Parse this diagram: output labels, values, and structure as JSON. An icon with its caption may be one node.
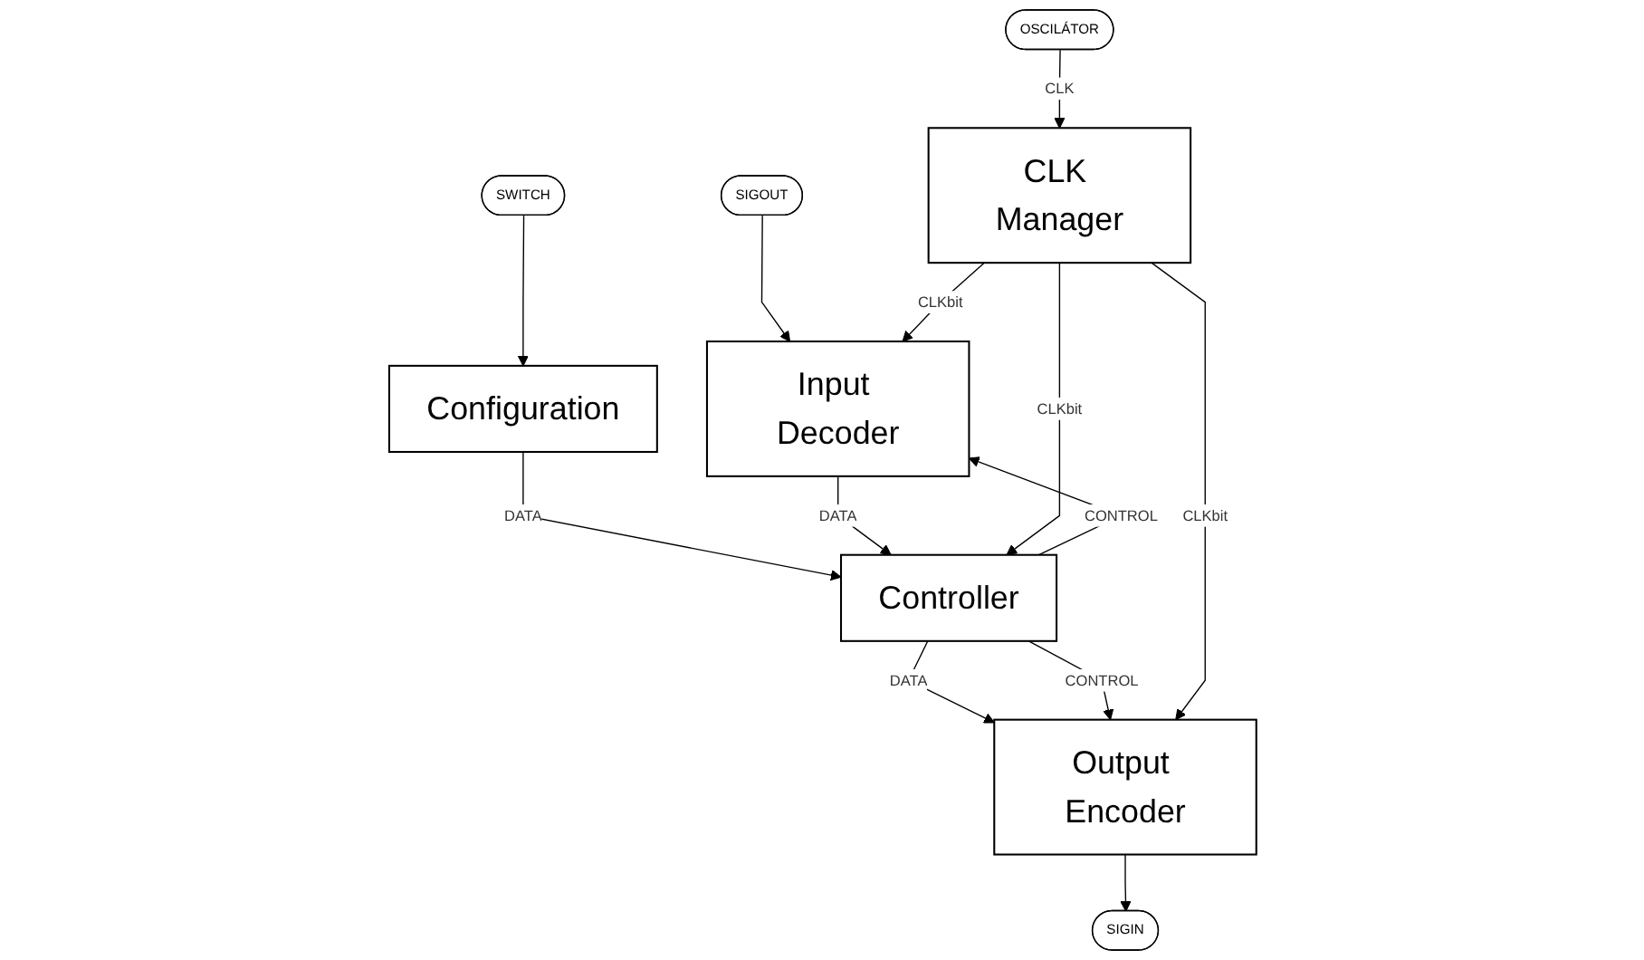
{
  "diagram": {
    "nodes": [
      {
        "text": [
          "SIGOUT"
        ]
      },
      {
        "text": [
          "SWITCH"
        ]
      },
      {
        "text": [
          "SIGIN"
        ]
      },
      {
        "text": [
          "Configuration"
        ]
      },
      {
        "text": [
          "Input Decoder"
        ]
      },
      {
        "text": [
          "Controller"
        ]
      },
      {
        "text": [
          "Output Encoder"
        ]
      },
      {
        "text": [
          "CLK Manager"
        ]
      },
      {
        "text": [
          "OSCILÁTOR"
        ]
      }
    ],
    "edges": [
      {
        "from": 0,
        "to": 4,
        "arrow": "to"
      },
      {
        "from": 1,
        "to": 3,
        "arrow": "to"
      },
      {
        "from": 6,
        "to": 2,
        "arrow": "to"
      },
      {
        "from": 3,
        "to": 5,
        "arrow": "to",
        "label": "DATA"
      },
      {
        "from": 4,
        "to": 5,
        "arrow": "to",
        "label": "DATA"
      },
      {
        "from": 5,
        "to": 4,
        "arrow": "to",
        "label": "CONTROL"
      },
      {
        "from": 5,
        "to": 6,
        "arrow": "to",
        "label": "DATA"
      },
      {
        "from": 5,
        "to": 6,
        "arrow": "to",
        "label": "CONTROL"
      },
      {
        "from": 7,
        "to": 5,
        "arrow": "to",
        "label": "CLKbit"
      },
      {
        "from": 7,
        "to": 4,
        "arrow": "to",
        "label": "CLKbit"
      },
      {
        "from": 7,
        "to": 6,
        "arrow": "to",
        "label": "CLKbit"
      },
      {
        "from": 8,
        "to": 7,
        "arrow": "to",
        "label": "CLK"
      }
    ]
  }
}
